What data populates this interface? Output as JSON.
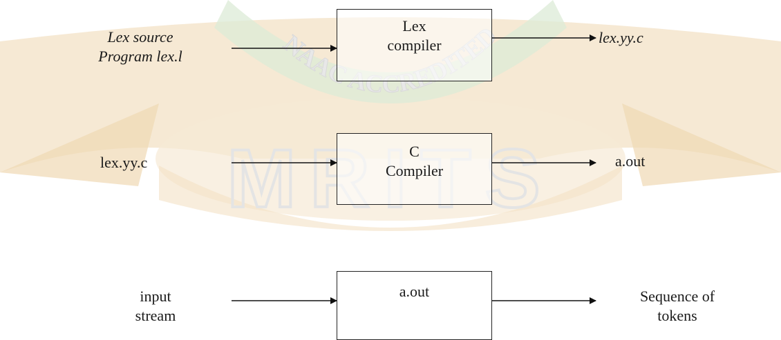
{
  "watermark": {
    "seal_text": "NAAC ACCREDITED",
    "big_text": "MRITS",
    "colors": {
      "ribbon": "#f3e3c8",
      "ribbon_edge": "#ecd3a9",
      "seal": "#d6e8d2",
      "text": "#ececec"
    }
  },
  "stages": [
    {
      "input": [
        "Lex source",
        "Program lex.l"
      ],
      "box": [
        "Lex",
        "compiler"
      ],
      "output": [
        "lex.yy.c"
      ]
    },
    {
      "input": [
        "lex.yy.c"
      ],
      "box": [
        "C",
        "Compiler"
      ],
      "output": [
        "a.out"
      ]
    },
    {
      "input": [
        "input",
        "stream"
      ],
      "box": [
        "a.out"
      ],
      "output": [
        "Sequence of",
        "tokens"
      ]
    }
  ]
}
